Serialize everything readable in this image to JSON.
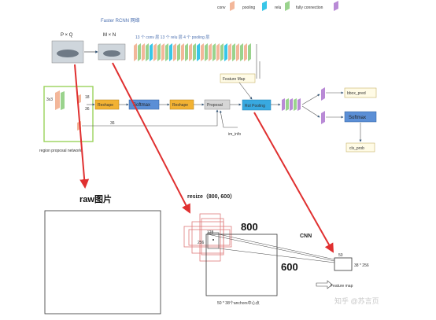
{
  "top_title": "Faster RCNN 网络",
  "legend": {
    "items": [
      {
        "label": "conv",
        "color": "#f3b79a"
      },
      {
        "label": "pooling",
        "color": "#38c6e8"
      },
      {
        "label": "relu",
        "color": "#9ad38d"
      },
      {
        "label": "fully connection",
        "color": "#b98ad6"
      }
    ]
  },
  "input": {
    "label": "P × Q"
  },
  "resized": {
    "label": "M × N"
  },
  "backbone_caption": "13 个 conv 层  13 个 relu 层  4 个 pooling 层",
  "feature_map_box": "Feature Map",
  "rpn": {
    "caption": "region proposal network",
    "conv_label": "3x3",
    "branch_top": "18",
    "branch_bottom": "36",
    "blocks": [
      "Reshape",
      "Softmax",
      "Reshape",
      "Proposal"
    ],
    "im_info": "im_info"
  },
  "roi_pooling_label": "RoI Pooling",
  "head": {
    "bbox": "bbox_pred",
    "softmax": "Softmax",
    "cls": "cls_prob"
  },
  "lower": {
    "raw_label": "raw图片",
    "resize_label": "resize（800, 600）",
    "w800": "800",
    "h600": "600",
    "anchor_a": "128",
    "anchor_b": "256",
    "anchors_caption": "50 * 38个anchors中心点",
    "cnn": "CNN",
    "fm_num": "50",
    "fm_dim": "38 * 256",
    "fm_label": "Feature map"
  },
  "watermark": "知乎 @苏言页"
}
